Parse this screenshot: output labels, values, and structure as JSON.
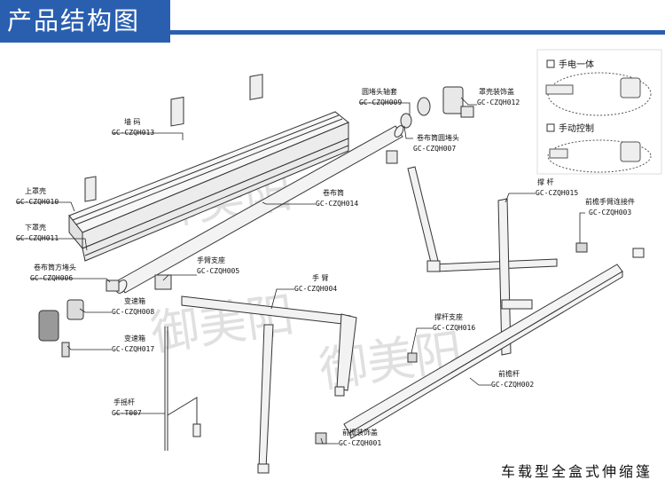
{
  "header": {
    "title": "产品结构图"
  },
  "caption": "车载型全盒式伸缩篷",
  "watermark": "御美阳",
  "inset": {
    "option1": "手电一体",
    "option2": "手动控制"
  },
  "parts": [
    {
      "id": "wall_code",
      "name": "墙 码",
      "code": "GC-CZQH013"
    },
    {
      "id": "upper_cover",
      "name": "上罩壳",
      "code": "GC-CZQH010"
    },
    {
      "id": "lower_cover",
      "name": "下罩壳",
      "code": "GC-CZQH011"
    },
    {
      "id": "round_plug_shaft",
      "name": "圆堵头轴套",
      "code": "GC-CZQH009"
    },
    {
      "id": "cover_deco",
      "name": "罩壳装饰盖",
      "code": "GC-CZQH012"
    },
    {
      "id": "tube_round_plug",
      "name": "卷布筒圆堵头",
      "code": "GC-CZQH007"
    },
    {
      "id": "roller_tube",
      "name": "卷布筒",
      "code": "GC-CZQH014"
    },
    {
      "id": "tube_square_plug",
      "name": "卷布筒方堵头",
      "code": "GC-CZQH006"
    },
    {
      "id": "arm_mount",
      "name": "手臂支座",
      "code": "GC-CZQH005"
    },
    {
      "id": "arm",
      "name": "手 臂",
      "code": "GC-CZQH004"
    },
    {
      "id": "gearbox1",
      "name": "变速箱",
      "code": "GC-CZQH008"
    },
    {
      "id": "gearbox2",
      "name": "变速箱",
      "code": "GC-CZQH017"
    },
    {
      "id": "brace",
      "name": "撑 杆",
      "code": "GC-CZQH015"
    },
    {
      "id": "eave_arm_connector",
      "name": "前檐手臂连接件",
      "code": "GC-CZQH003"
    },
    {
      "id": "brace_mount",
      "name": "撑杆支座",
      "code": "GC-CZQH016"
    },
    {
      "id": "front_eave_bar",
      "name": "前檐杆",
      "code": "GC-CZQH002"
    },
    {
      "id": "crank",
      "name": "手摇杆",
      "code": "GC-T007"
    },
    {
      "id": "eave_deco",
      "name": "前檐装饰盖",
      "code": "GC-CZQH001"
    }
  ]
}
